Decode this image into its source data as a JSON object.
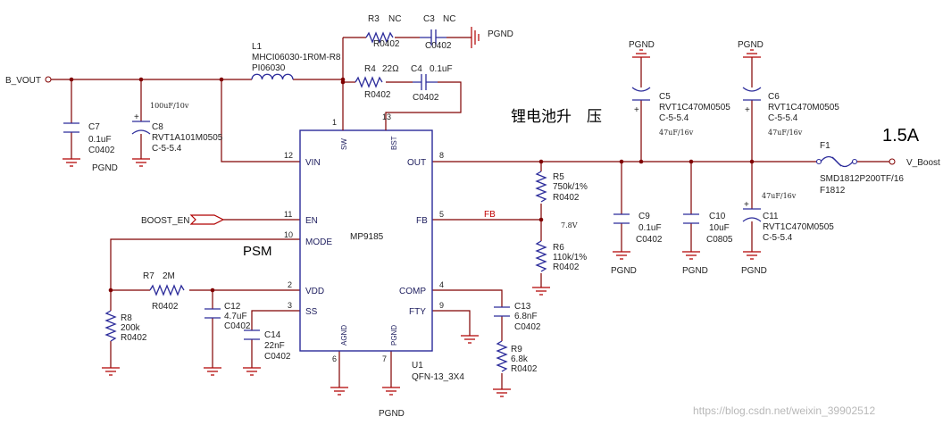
{
  "title_cn": "锂电池升　压",
  "current_label": "1.5A",
  "psm_label": "PSM",
  "watermark": "https://blog.csdn.net/weixin_39902512",
  "nets": {
    "b_vout": "B_VOUT",
    "v_boost": "V_Boost",
    "boost_en": "BOOST_EN",
    "fb": "FB",
    "fb_voltage": "7.8V",
    "pgnd": "PGND"
  },
  "ic": {
    "name": "MP9185",
    "ref": "U1",
    "package": "QFN-13_3X4",
    "pins": {
      "sw": "SW",
      "sw_num": "1",
      "bst": "BST",
      "bst_num": "13",
      "vin": "VIN",
      "vin_num": "12",
      "en": "EN",
      "en_num": "11",
      "mode": "MODE",
      "mode_num": "10",
      "vdd": "VDD",
      "vdd_num": "2",
      "ss": "SS",
      "ss_num": "3",
      "agnd": "AGND",
      "agnd_num": "6",
      "pgnd": "PGND",
      "pgnd_num": "7",
      "out": "OUT",
      "out_num": "8",
      "fb": "FB",
      "fb_num": "5",
      "comp": "COMP",
      "comp_num": "4",
      "fty": "FTY",
      "fty_num": "9"
    }
  },
  "parts": {
    "l1": {
      "ref": "L1",
      "value": "MHCI06030-1R0M-R8",
      "pkg": "PI06030"
    },
    "r3": {
      "ref": "R3",
      "value": "NC",
      "pkg": "R0402"
    },
    "c3": {
      "ref": "C3",
      "value": "NC",
      "pkg": "C0402"
    },
    "r4": {
      "ref": "R4",
      "value": "22Ω",
      "pkg": "R0402"
    },
    "c4": {
      "ref": "C4",
      "value": "0.1uF",
      "pkg": "C0402"
    },
    "c7": {
      "ref": "C7",
      "value": "0.1uF",
      "pkg": "C0402"
    },
    "c8": {
      "ref": "C8",
      "value": "RVT1A101M0505",
      "pkg": "C-5-5.4",
      "note": "100uF/10v"
    },
    "c5": {
      "ref": "C5",
      "value": "RVT1C470M0505",
      "pkg": "C-5-5.4",
      "note": "47uF/16v"
    },
    "c6": {
      "ref": "C6",
      "value": "RVT1C470M0505",
      "pkg": "C-5-5.4",
      "note": "47uF/16v"
    },
    "c11": {
      "ref": "C11",
      "value": "RVT1C470M0505",
      "pkg": "C-5-5.4",
      "note": "47uF/16v"
    },
    "f1": {
      "ref": "F1",
      "value": "SMD1812P200TF/16",
      "pkg": "F1812"
    },
    "r5": {
      "ref": "R5",
      "value": "750k/1%",
      "pkg": "R0402"
    },
    "r6": {
      "ref": "R6",
      "value": "110k/1%",
      "pkg": "R0402"
    },
    "c9": {
      "ref": "C9",
      "value": "0.1uF",
      "pkg": "C0402"
    },
    "c10": {
      "ref": "C10",
      "value": "10uF",
      "pkg": "C0805"
    },
    "r7": {
      "ref": "R7",
      "value": "2M",
      "pkg": "R0402"
    },
    "r8": {
      "ref": "R8",
      "value": "200k",
      "pkg": "R0402"
    },
    "c12": {
      "ref": "C12",
      "value": "4.7uF",
      "pkg": "C0402"
    },
    "c14": {
      "ref": "C14",
      "value": "22nF",
      "pkg": "C0402"
    },
    "c13": {
      "ref": "C13",
      "value": "6.8nF",
      "pkg": "C0402"
    },
    "r9": {
      "ref": "R9",
      "value": "6.8k",
      "pkg": "R0402"
    }
  }
}
